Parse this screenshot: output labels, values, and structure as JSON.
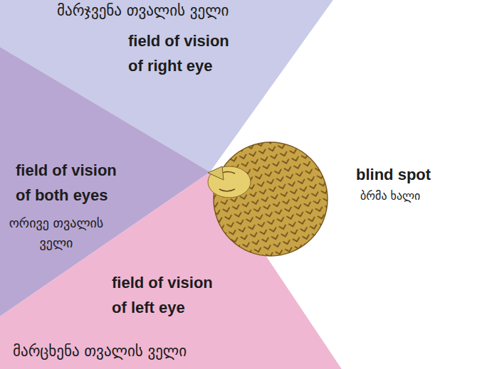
{
  "diagram": {
    "nodes": [
      {
        "text": [
          "მარჯვენა თვალის ველი",
          "field of vision of right eye"
        ]
      },
      {
        "text": [
          "field of vision of both eyes",
          "ორივე თვალის ველი"
        ]
      },
      {
        "text": [
          "field of vision of left eye",
          "მარცხენა თვალის ველი"
        ]
      },
      {
        "text": [
          "blind spot",
          "ბრმა ხალი"
        ]
      }
    ]
  }
}
